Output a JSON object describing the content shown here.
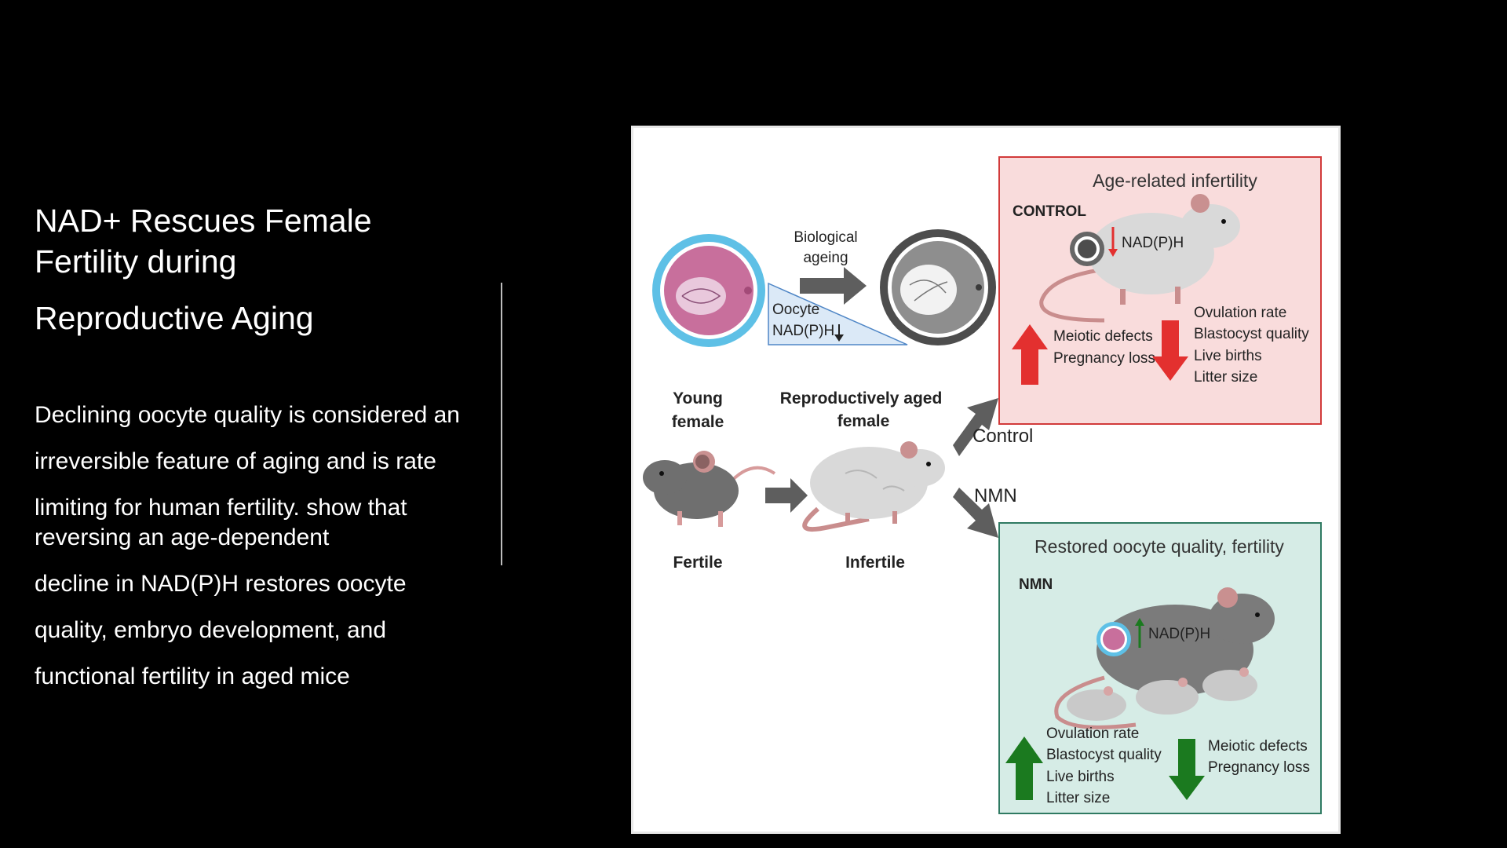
{
  "slide": {
    "title_lines": [
      "NAD+ Rescues Female",
      "Fertility during",
      "Reproductive Aging"
    ],
    "body_paragraphs": [
      "Declining oocyte quality is considered an",
      "irreversible feature of aging and is rate",
      "limiting for human fertility. show that reversing an age-dependent",
      "decline in NAD(P)H restores oocyte",
      "quality, embryo development, and",
      "functional fertility in aged mice"
    ]
  },
  "figure": {
    "biological_ageing": [
      "Biological",
      "ageing"
    ],
    "oocyte_label": [
      "Oocyte",
      "NAD(P)H"
    ],
    "young_female": [
      "Young",
      "female"
    ],
    "aged_female": [
      "Reproductively aged",
      "female"
    ],
    "fertile": "Fertile",
    "infertile": "Infertile",
    "control_arrow_label": "Control",
    "nmn_arrow_label": "NMN",
    "control_panel": {
      "title": "Age-related infertility",
      "tag": "CONTROL",
      "nadph": "NAD(P)H",
      "up_items": [
        "Meiotic defects",
        "Pregnancy loss"
      ],
      "down_items": [
        "Ovulation rate",
        "Blastocyst quality",
        "Live births",
        "Litter size"
      ]
    },
    "nmn_panel": {
      "title": "Restored oocyte quality, fertility",
      "tag": "NMN",
      "nadph": "NAD(P)H",
      "up_items": [
        "Ovulation rate",
        "Blastocyst quality",
        "Live births",
        "Litter size"
      ],
      "down_items": [
        "Meiotic defects",
        "Pregnancy loss"
      ]
    },
    "colors": {
      "control_panel_bg": "#f9dcdc",
      "control_panel_border": "#d23a3a",
      "nmn_panel_bg": "#d6ece6",
      "nmn_panel_border": "#2f7a62",
      "red_arrow": "#e3302f",
      "green_arrow": "#1b7a1f",
      "gray_arrow": "#6b6b6b"
    }
  }
}
